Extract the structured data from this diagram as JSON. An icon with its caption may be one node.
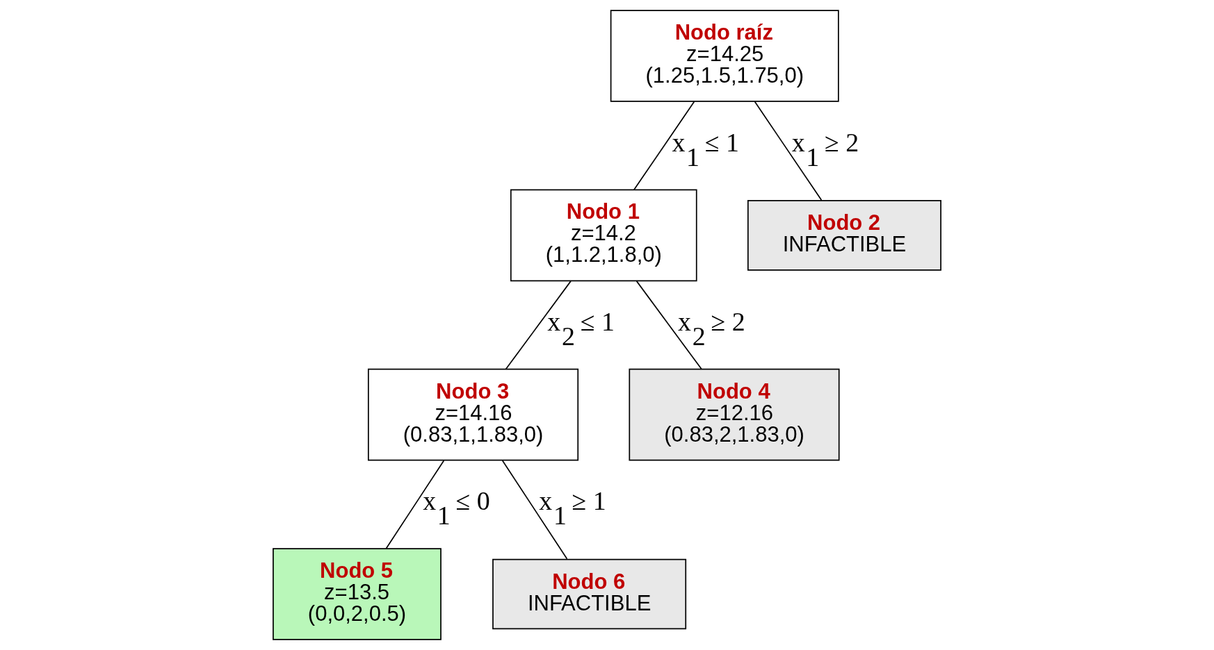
{
  "diagram": {
    "nodes": [
      {
        "text": [
          "Nodo raíz",
          "z=14.25",
          "(1.25,1.5,1.75,0)"
        ]
      },
      {
        "text": [
          "Nodo 1",
          "z=14.2",
          "(1,1.2,1.8,0)"
        ]
      },
      {
        "text": [
          "Nodo 2",
          "INFACTIBLE"
        ]
      },
      {
        "text": [
          "Nodo 3",
          "z=14.16",
          "(0.83,1,1.83,0)"
        ]
      },
      {
        "text": [
          "Nodo 4",
          "z=12.16",
          "(0.83,2,1.83,0)"
        ]
      },
      {
        "text": [
          "Nodo 5",
          "z=13.5",
          "(0,0,2,0.5)"
        ]
      },
      {
        "text": [
          "Nodo 6",
          "INFACTIBLE"
        ]
      }
    ],
    "edges": [
      {
        "from": 0,
        "to": 1,
        "arrow": "none",
        "label": "x$_{1}$ ≤ 1"
      },
      {
        "from": 0,
        "to": 2,
        "arrow": "none",
        "label": "x$_{1}$ ≥ 2"
      },
      {
        "from": 1,
        "to": 3,
        "arrow": "none",
        "label": "x$_{2}$ ≤ 1"
      },
      {
        "from": 1,
        "to": 4,
        "arrow": "none",
        "label": "x$_{2}$ ≥ 2"
      },
      {
        "from": 3,
        "to": 5,
        "arrow": "none",
        "label": "x$_{1}$ ≤ 0"
      },
      {
        "from": 3,
        "to": 6,
        "arrow": "none",
        "label": "x$_{1}$ ≥ 1"
      }
    ]
  }
}
